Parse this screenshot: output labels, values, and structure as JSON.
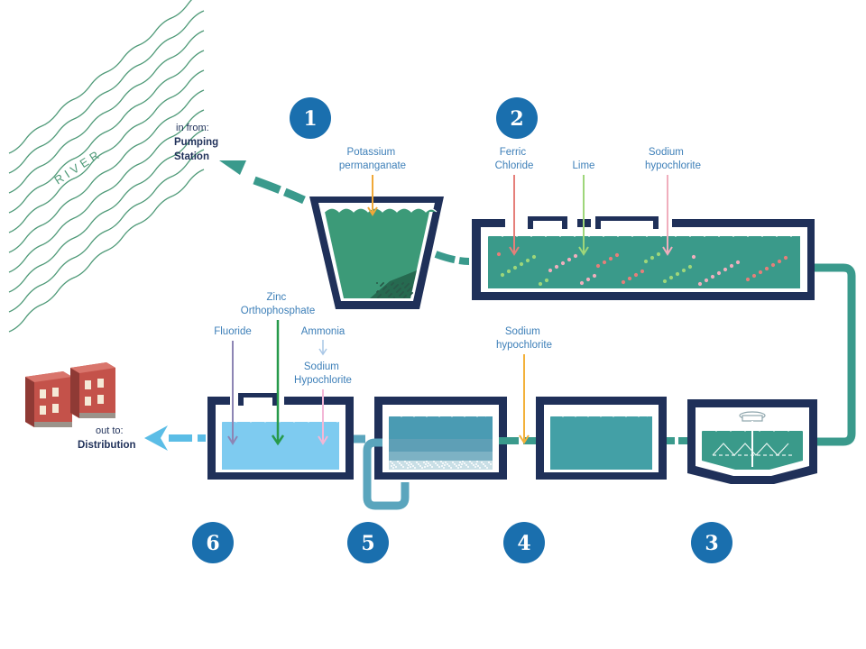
{
  "source": {
    "river_label": "RIVER",
    "in_from_label": "in from:",
    "pumping_station_label": "Pumping Station"
  },
  "outlet": {
    "out_to_label": "out to:",
    "distribution_label": "Distribution"
  },
  "steps": [
    {
      "number": "1",
      "chemicals": [
        "Potassium permanganate"
      ]
    },
    {
      "number": "2",
      "chemicals": [
        "Ferric Chloride",
        "Lime",
        "Sodium hypochlorite"
      ]
    },
    {
      "number": "3",
      "chemicals": []
    },
    {
      "number": "4",
      "chemicals": [
        "Sodium hypochlorite"
      ]
    },
    {
      "number": "5",
      "chemicals": []
    },
    {
      "number": "6",
      "chemicals": [
        "Fluoride",
        "Zinc Orthophosphate",
        "Ammonia",
        "Sodium Hypochlorite"
      ]
    }
  ],
  "colors": {
    "tank_outline": "#1f3059",
    "step_badge": "#1a6fae",
    "pipe_teal": "#3a9a8c",
    "pipe_blue": "#5bbde6",
    "basin_green": "#3c9a78",
    "coag_water": "#3a9a8a",
    "filter_water": "#4a9bb3",
    "clearwell_water": "#43a0a6",
    "final_water": "#7ecbf0",
    "river_lines": "#4f9a78",
    "permanganate_arrow": "#f0a838",
    "ferric_arrow": "#e57f7a",
    "lime_arrow": "#9ed67a",
    "hypochlorite_arrow_pink": "#f0aebd",
    "hypochlorite_arrow_orange": "#f3b13a",
    "fluoride_arrow": "#8d85b4",
    "zinc_arrow": "#279a4b",
    "ammonia_arrow": "#a9c7e6",
    "hypochlorite_arrow_6": "#f3b7d6",
    "building": "#b84a42"
  },
  "icons": [
    "river-waves-icon",
    "building-icon",
    "inlet-arrow-icon",
    "outlet-arrow-icon",
    "clarifier-rake-icon"
  ]
}
